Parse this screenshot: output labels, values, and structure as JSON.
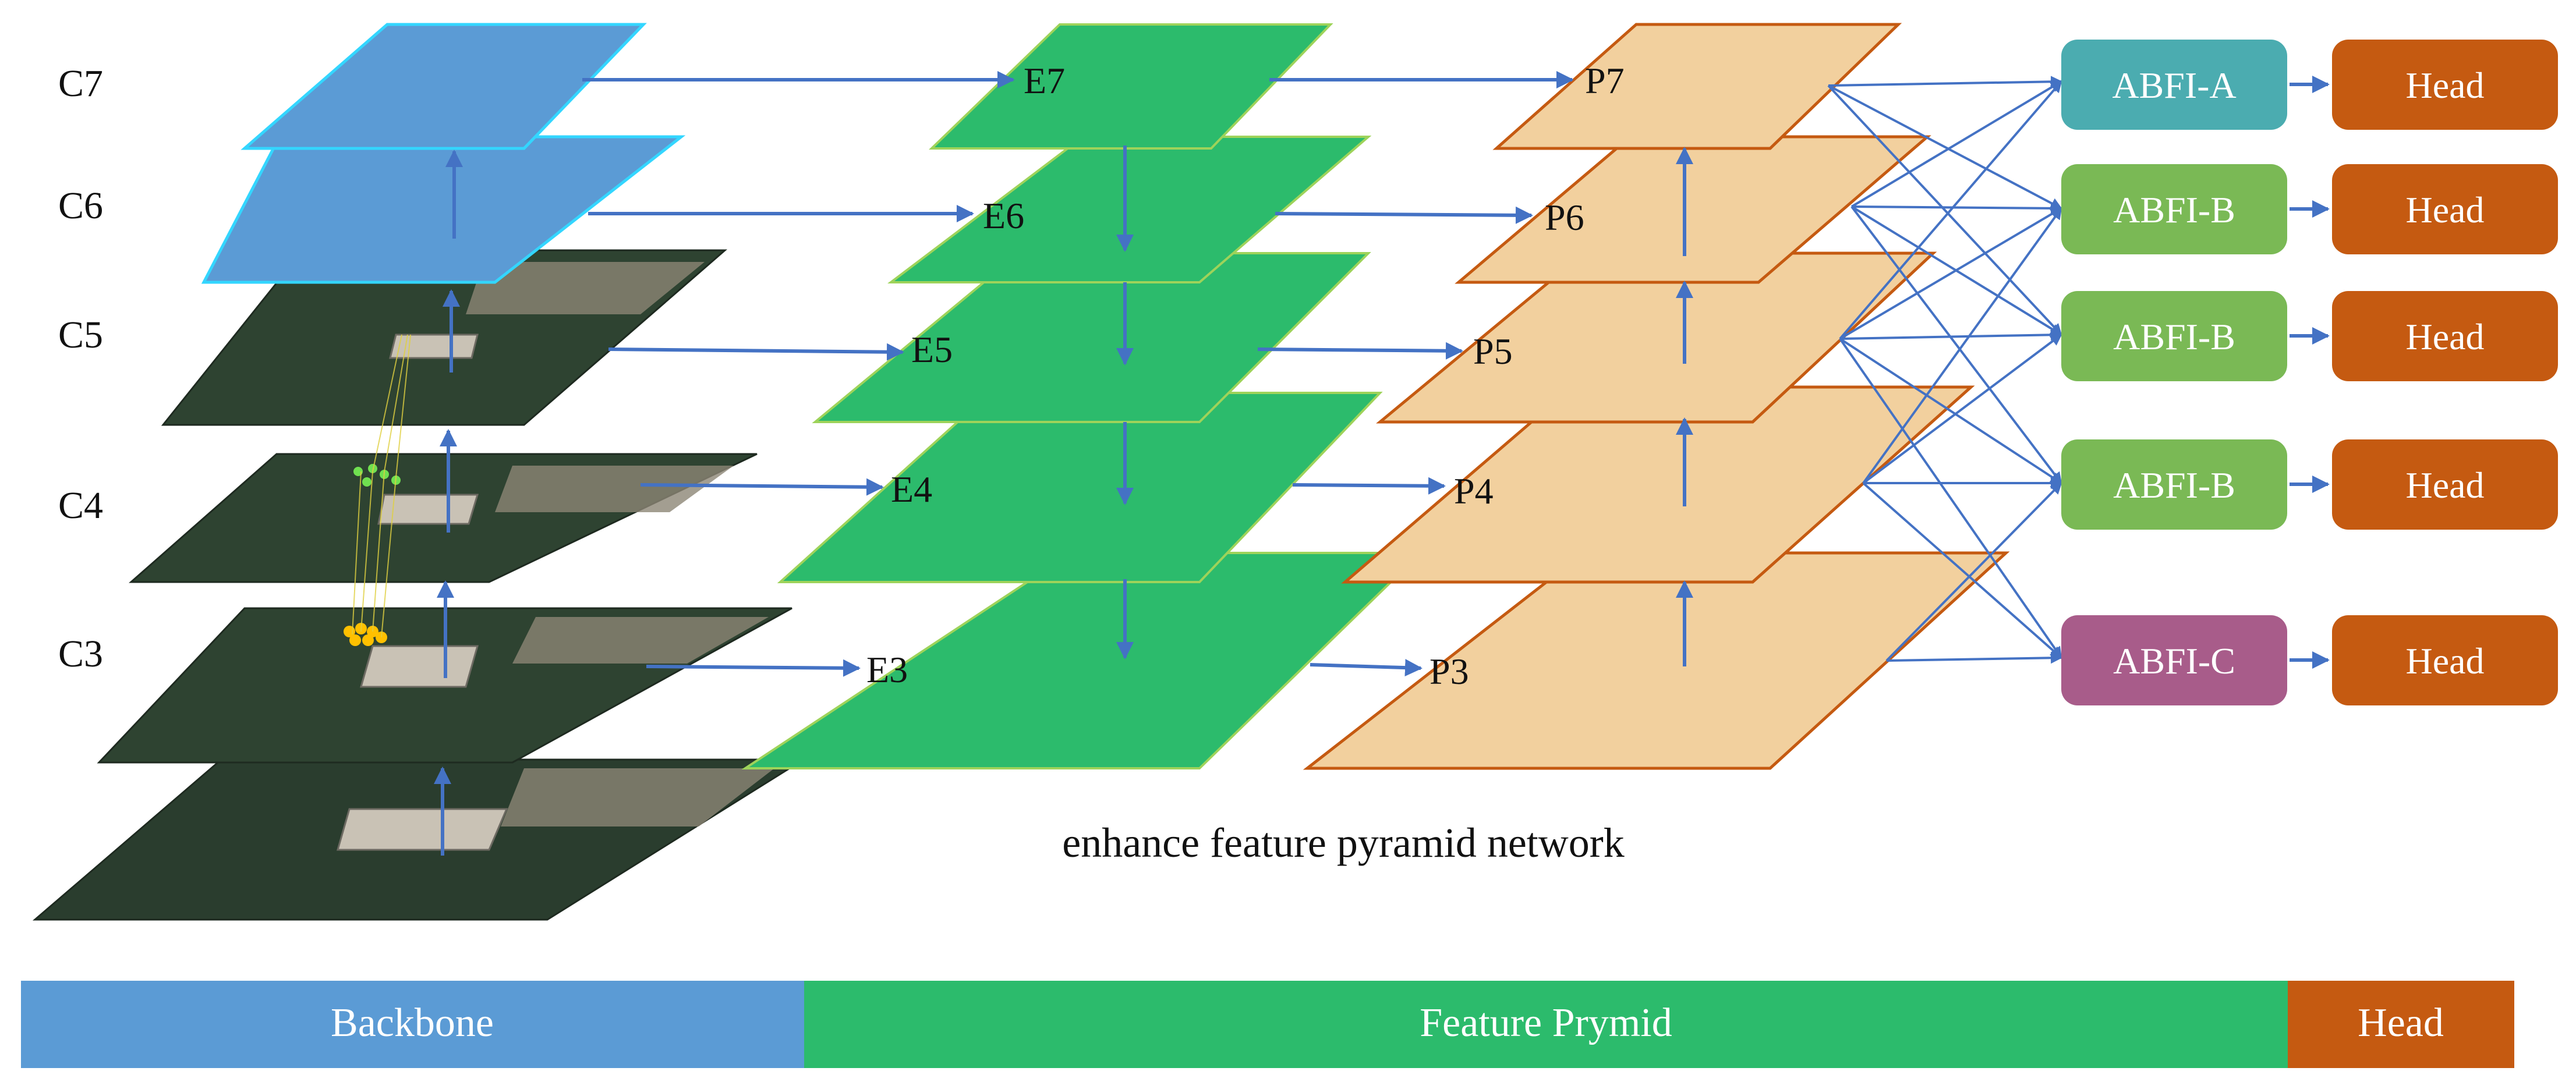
{
  "backbone_levels": [
    "C7",
    "C6",
    "C5",
    "C4",
    "C3"
  ],
  "enhanced_levels": [
    "E7",
    "E6",
    "E5",
    "E4",
    "E3"
  ],
  "pyramid_levels": [
    "P7",
    "P6",
    "P5",
    "P4",
    "P3"
  ],
  "fusion_modules": [
    "ABFI-A",
    "ABFI-B",
    "ABFI-B",
    "ABFI-B",
    "ABFI-C"
  ],
  "heads": [
    "Head",
    "Head",
    "Head",
    "Head",
    "Head"
  ],
  "caption": "enhance feature pyramid network",
  "stage_bar": [
    {
      "label": "Backbone",
      "color": "#5B9BD5"
    },
    {
      "label": "Feature Prymid",
      "color": "#2CBB6C"
    },
    {
      "label": "Head",
      "color": "#C55A11"
    }
  ],
  "colors": {
    "backbone_plane": "#5B9BD5",
    "backbone_plane_edge": "#33D6FF",
    "satellite_plane": "#2A3D2E",
    "enhanced_plane": "#2CBB6C",
    "enhanced_plane_edge": "#9ED35A",
    "pyramid_plane": "#F2D09E",
    "pyramid_plane_edge": "#C55A11",
    "arrow": "#4472C4",
    "abfi_a": "#4BACB0",
    "abfi_b": "#7AB955",
    "abfi_c": "#A85C8A",
    "head": "#C55A11"
  },
  "icons": [
    "arrow-icon"
  ]
}
